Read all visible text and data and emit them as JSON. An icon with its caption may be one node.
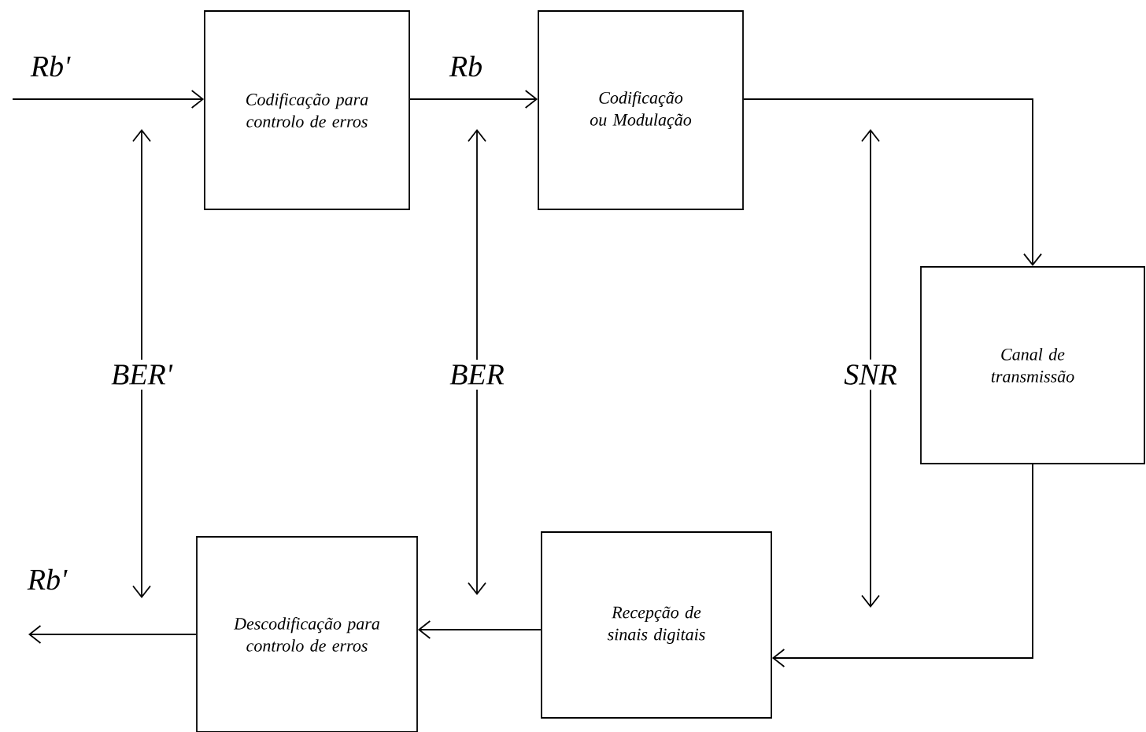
{
  "diagram": {
    "nodes": [
      {
        "text": [
          "Codificação para controlo de erros"
        ]
      },
      {
        "text": [
          "Codificação ou Modulação"
        ]
      },
      {
        "text": [
          "Canal de transmissão"
        ]
      },
      {
        "text": [
          "Recepção de sinais digitais"
        ]
      },
      {
        "text": [
          "Descodificação para controlo de erros"
        ]
      },
      {
        "text": [
          "BER'"
        ]
      },
      {
        "text": [
          "BER"
        ]
      },
      {
        "text": [
          "SNR"
        ]
      }
    ],
    "edges": [
      {
        "from": null,
        "to": 0,
        "arrow": "to",
        "label": "Rb'"
      },
      {
        "from": 0,
        "to": 1,
        "arrow": "to",
        "label": "Rb"
      },
      {
        "from": 1,
        "to": 2,
        "arrow": "to"
      },
      {
        "from": 2,
        "to": 3,
        "arrow": "to"
      },
      {
        "from": 3,
        "to": 4,
        "arrow": "to"
      },
      {
        "from": 4,
        "to": null,
        "arrow": "to",
        "label": "Rb'"
      },
      {
        "from": 5,
        "to": null,
        "arrow": "to"
      },
      {
        "from": 5,
        "to": null,
        "arrow": "to"
      },
      {
        "from": 6,
        "to": null,
        "arrow": "to"
      },
      {
        "from": 6,
        "to": null,
        "arrow": "to"
      },
      {
        "from": 7,
        "to": null,
        "arrow": "to"
      },
      {
        "from": 7,
        "to": null,
        "arrow": "to"
      }
    ]
  }
}
